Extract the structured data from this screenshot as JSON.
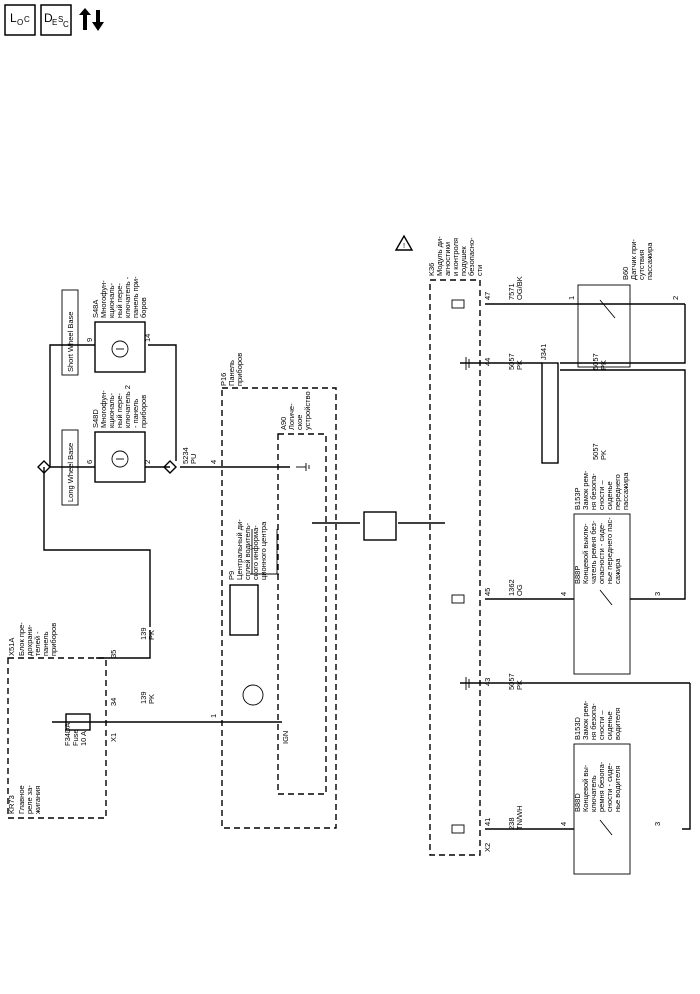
{
  "toolbar": {
    "loc": {
      "main": "L",
      "sub": "O",
      "sub2": "C"
    },
    "desc": {
      "main": "D",
      "sub": "E",
      "sub2": "S",
      "sub3": "C"
    }
  },
  "labels": {
    "x51a": "X51A",
    "x51a_desc": [
      "Блок пре-",
      "дохрани-",
      "телей -",
      "панель",
      "приборов"
    ],
    "kr73": "KR73",
    "kr73_desc": [
      "Главное",
      "реле за-",
      "жигания"
    ],
    "f34da": "F34DA",
    "fuse": "Fuse",
    "fuse_amp": "10 A",
    "x1": "X1",
    "pin35": "35",
    "pin34": "34",
    "w139a": "139",
    "w139a_c": "PK",
    "w139b": "139",
    "w139b_c": "PK",
    "lwb": "Long Wheel Base",
    "swb": "Short Wheel Base",
    "s48d": "S48D",
    "s48d_desc": [
      "Многофун-",
      "кциональ-",
      "ный пере-",
      "ключатель 2",
      "- панель",
      "приборов"
    ],
    "s48a": "S48A",
    "s48a_desc": [
      "Многофун-",
      "кциональ-",
      "ный пере-",
      "ключатель -",
      "панель при-",
      "боров"
    ],
    "pin6": "6",
    "pin2": "2",
    "pin9": "9",
    "pin14": "14",
    "w5234": "5234",
    "w5234_c": "PU",
    "p16": "P16",
    "p16_desc": [
      "Панель",
      "приборов"
    ],
    "pin4": "4",
    "pin1": "1",
    "a90": "A90",
    "a90_desc": [
      "Логиче-",
      "ское",
      "устройство"
    ],
    "p9": "P9",
    "p9_desc": [
      "Центральный ди-",
      "сплей водитель-",
      "ского информа-",
      "ционного центра"
    ],
    "ign": "IGN",
    "k36": "K36",
    "k36_desc": [
      "Модуль ди-",
      "агностики",
      "и контроля",
      "подушек",
      "безопасно-",
      "сти"
    ],
    "pin47": "47",
    "pin44": "44",
    "pin45": "45",
    "pin43": "43",
    "pin41": "41",
    "x2": "X2",
    "w7571": "7571",
    "w7571_c": "OG/BK",
    "w5057a": "5057",
    "w5057a_c": "PK",
    "j341": "J341",
    "w5057b": "5057",
    "w5057b_c": "PK",
    "w5057c": "5057",
    "w5057c_c": "PK",
    "w5057d": "5057",
    "w5057d_c": "PK",
    "w1362": "1362",
    "w1362_c": "OG",
    "w238": "238",
    "w238_c": "TN/WH",
    "b60": "B60",
    "b60_desc": [
      "Датчик при-",
      "сутствия",
      "пассажира"
    ],
    "b60_pin1": "1",
    "b60_pin2": "2",
    "b153p": "B153P",
    "b153p_desc": [
      "Замок рем-",
      "ня безопа-",
      "сности –",
      "сиденье",
      "переднего",
      "пассажира"
    ],
    "b88p": "B88P",
    "b88p_desc": [
      "Концевой выклю-",
      "чатель ремня без-",
      "опасности - сиде-",
      "нье переднего пас-",
      "сажира"
    ],
    "b153d": "B153D",
    "b153d_desc": [
      "Замок рем-",
      "ня безопа-",
      "сности –",
      "сиденье",
      "водителя"
    ],
    "b88d": "B88D",
    "b88d_desc": [
      "Концевой вы-",
      "ключатель",
      "ремня безопа-",
      "сности - сиде-",
      "нье водителя"
    ],
    "p4a": "4",
    "p3a": "3",
    "p4b": "4",
    "p3b": "3"
  }
}
